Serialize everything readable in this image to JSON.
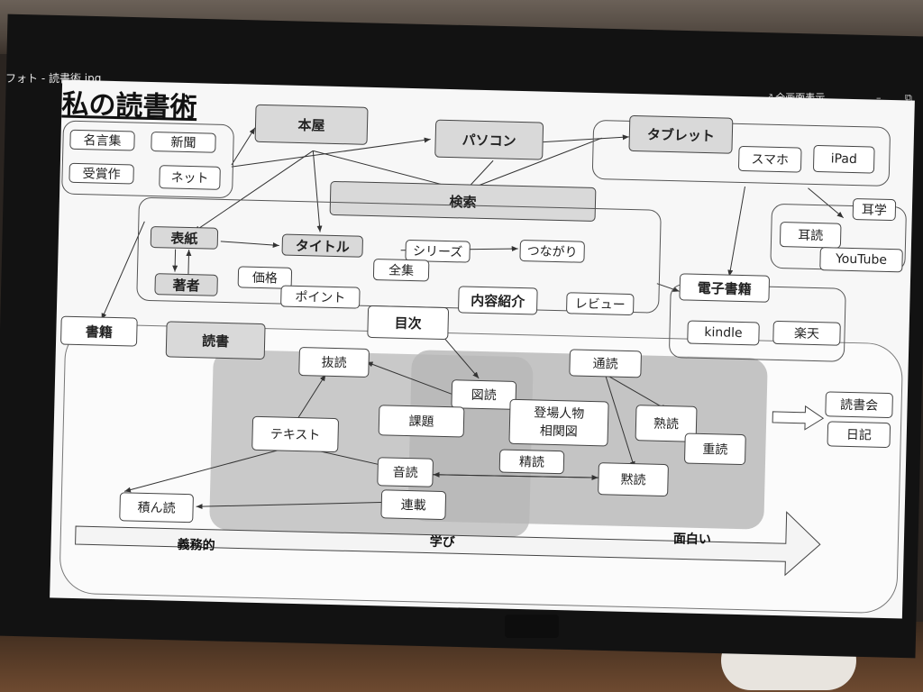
{
  "window": {
    "file_title": "フォト - 読書術.jpg",
    "fullscreen_label": "全画面表示",
    "minimize_glyph": "–",
    "maximize_glyph": "⧉"
  },
  "slide": {
    "title": "私の読書術",
    "sources": [
      "名言集",
      "新聞",
      "受賞作",
      "ネット"
    ],
    "honya": "本屋",
    "pasokon": "パソコン",
    "tablet": "タブレット",
    "sumaho": "スマホ",
    "ipad": "iPad",
    "kensaku": "検索",
    "mimi": "耳学",
    "jiroku": "耳読",
    "youtube": "YouTube",
    "hyoshi": "表紙",
    "chosha": "著者",
    "title_box": "タイトル",
    "series": "シリーズ",
    "tsunagari": "つながり",
    "zenshu": "全集",
    "kakaku": "価格",
    "point": "ポイント",
    "naiyo": "内容紹介",
    "review": "レビュー",
    "denshi": "電子書籍",
    "kindle": "kindle",
    "rakuten": "楽天",
    "shoseki": "書籍",
    "dokusho": "読書",
    "mokuji": "目次",
    "batsudoku": "抜読",
    "tsudoku_pass": "通読",
    "zudoku": "図読",
    "kadai": "課題",
    "tojo1": "登場人物",
    "tojo2": "相関図",
    "jukudoku": "熟読",
    "judoku": "重読",
    "text": "テキスト",
    "ondoku": "音読",
    "seidoku": "精読",
    "mokudoku": "黙読",
    "rensai": "連載",
    "tsundoku": "積ん読",
    "dokushokai": "読書会",
    "nikki": "日記",
    "gimu": "義務的",
    "manabi": "学び",
    "omoshiroi": "面白い"
  }
}
